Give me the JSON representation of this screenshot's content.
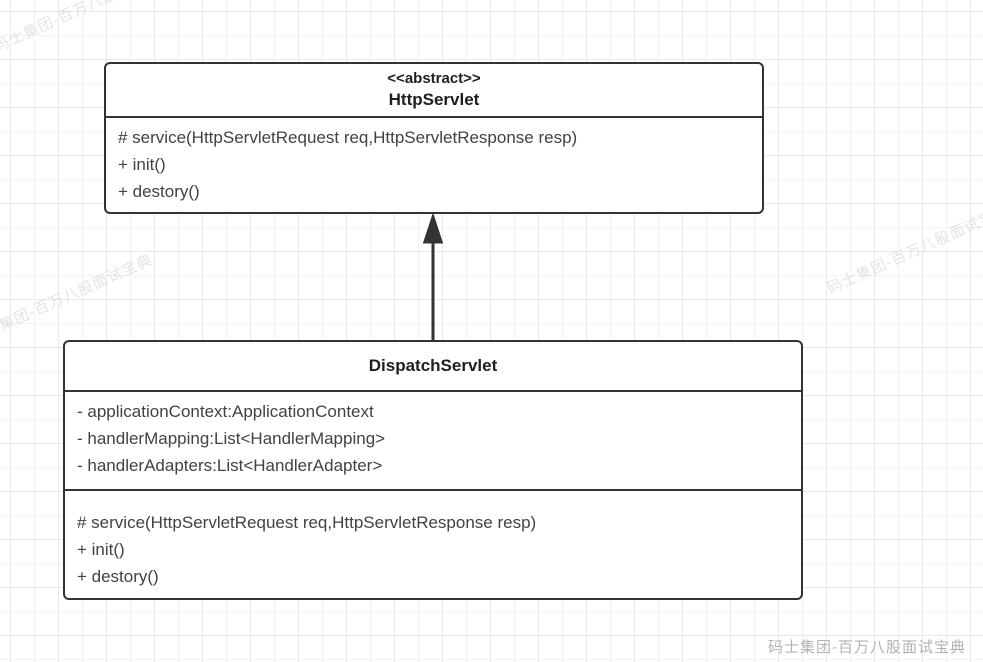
{
  "diagram": {
    "type": "uml-class-diagram",
    "classes": [
      {
        "id": "HttpServlet",
        "stereotype": "<<abstract>>",
        "name": "HttpServlet",
        "fields": [],
        "methods": [
          "# service(HttpServletRequest req,HttpServletResponse resp)",
          "+ init()",
          "+ destory()"
        ]
      },
      {
        "id": "DispatchServlet",
        "stereotype": "",
        "name": "DispatchServlet",
        "fields": [
          "- applicationContext:ApplicationContext",
          "- handlerMapping:List<HandlerMapping>",
          "- handlerAdapters:List<HandlerAdapter>"
        ],
        "methods": [
          "# service(HttpServletRequest req,HttpServletResponse resp)",
          "+ init()",
          "+ destory()"
        ]
      }
    ],
    "relationships": [
      {
        "from": "DispatchServlet",
        "to": "HttpServlet",
        "type": "inheritance",
        "arrow": "filled-triangle-up"
      }
    ],
    "watermark": "码士集团-百万八股面试宝典",
    "watermark_partial": "码士集团-百万八股面试宝典",
    "colors": {
      "background": "#ffffff",
      "grid_line_minor": "#f2f2f2",
      "grid_line_major": "#e9e9e9",
      "box_border": "#333333",
      "title_text": "#1f1f1f",
      "member_text": "#424242",
      "watermark_text": "#b2b2b2"
    }
  }
}
